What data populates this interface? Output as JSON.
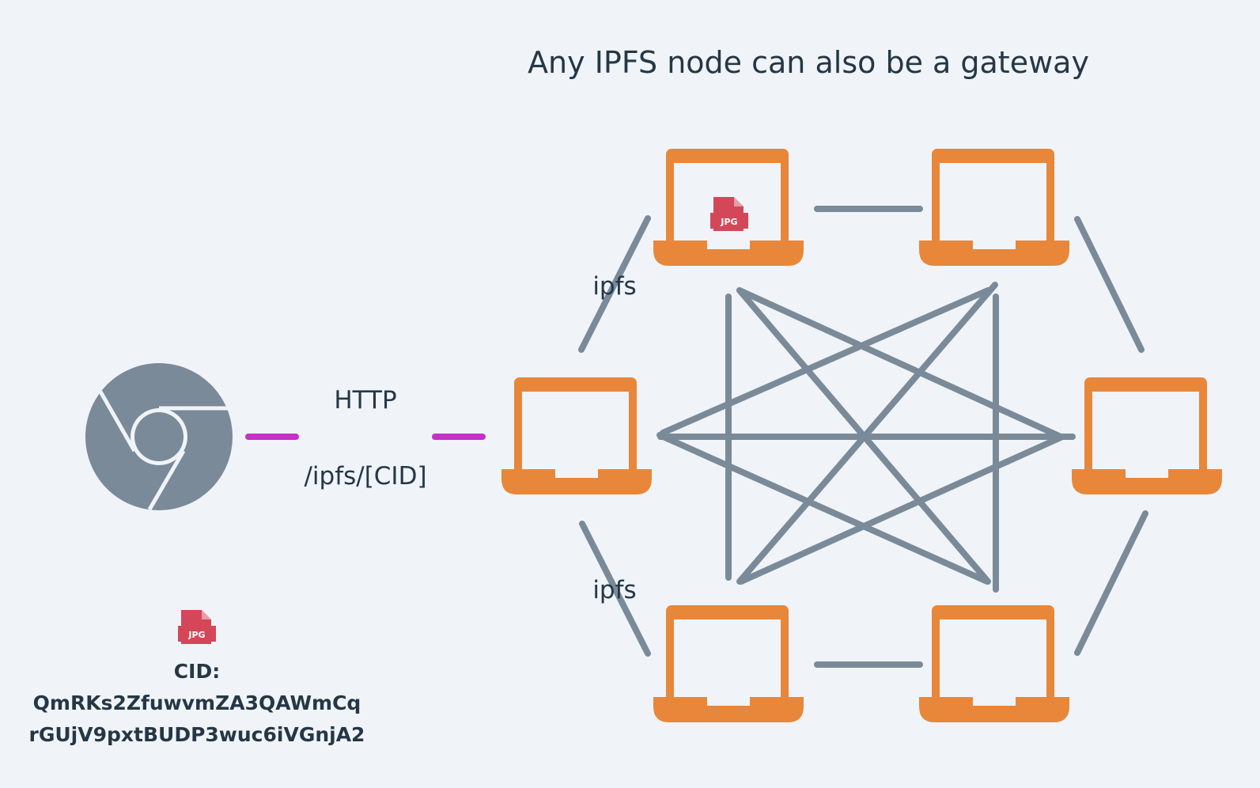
{
  "title": "Any IPFS node can also be a gateway",
  "labels": {
    "http": "HTTP",
    "path": "/ipfs/[CID]",
    "ipfs_top": "ipfs",
    "ipfs_bottom": "ipfs"
  },
  "cid": {
    "label": "CID:",
    "line1": "QmRKs2ZfuwvmZA3QAWmCq",
    "line2": "rGUjV9pxtBUDP3wuc6iVGnjA2"
  },
  "file_icon_text": "JPG",
  "colors": {
    "background": "#f0f4f8",
    "node": "#e8873a",
    "edge": "#7a8a98",
    "http_link": "#c72fc9",
    "file": "#d44759",
    "browser": "#7a8a98",
    "text": "#253746"
  },
  "icons": {
    "browser": "chrome-browser-icon",
    "node": "laptop-icon",
    "file": "jpg-file-icon"
  }
}
